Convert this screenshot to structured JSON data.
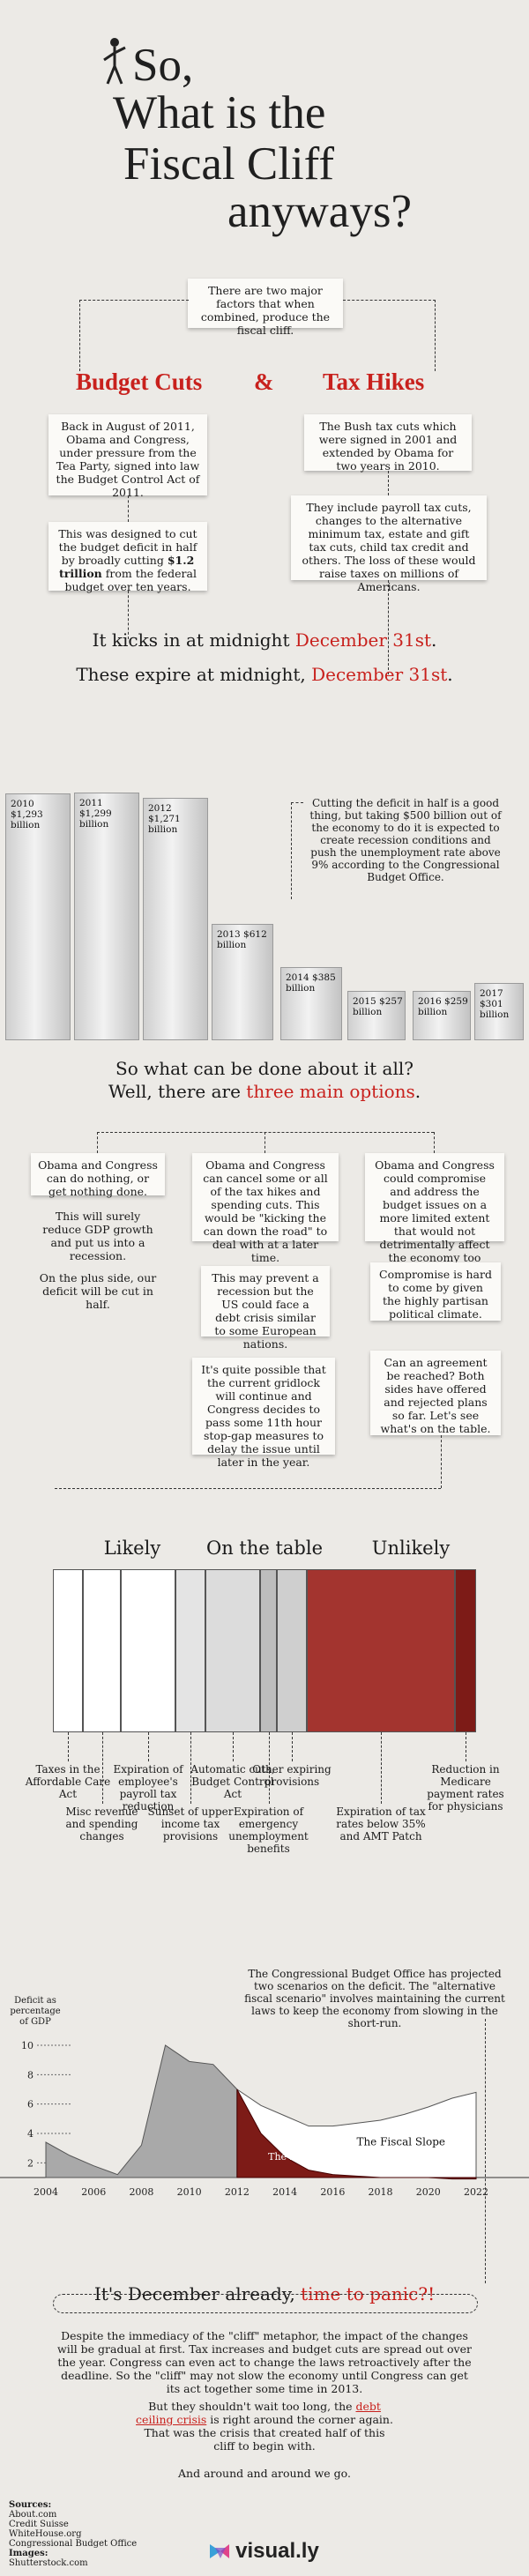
{
  "title": {
    "line1": "So,",
    "line2": "What is the",
    "line3": "Fiscal Cliff",
    "line4": "anyways?"
  },
  "intro": "There are two major factors that when combined, produce the fiscal cliff.",
  "factors": {
    "left_title": "Budget Cuts",
    "amp": "&",
    "right_title": "Tax Hikes",
    "left_box1": "Back in August of 2011, Obama and Congress, under pressure from the Tea Party, signed into law the Budget Control Act of 2011.",
    "left_box2_pre": "This was designed to cut the budget deficit in half by broadly cutting ",
    "left_box2_bold": "$1.2 trillion",
    "left_box2_post": " from the federal budget over ten years.",
    "right_box1": "The Bush tax cuts which were signed in 2001 and extended by Obama for two years in 2010.",
    "right_box2": "They include payroll tax cuts, changes to the alternative minimum tax, estate and gift tax cuts, child tax credit and others. The loss of these would raise taxes on millions of Americans.",
    "left_kick_pre": "It kicks in at midnight ",
    "left_kick_date": "December 31st",
    "left_kick_post": ".",
    "right_kick_pre": "These expire at midnight, ",
    "right_kick_date": "December 31st",
    "right_kick_post": "."
  },
  "chart_data": [
    {
      "type": "bar",
      "categories": [
        "2010",
        "2011",
        "2012",
        "2013",
        "2014",
        "2015",
        "2016",
        "2017"
      ],
      "values": [
        1293,
        1299,
        1271,
        612,
        385,
        257,
        259,
        301
      ],
      "labels": [
        "$1,293 billion",
        "$1,299 billion",
        "$1,271 billion",
        "$612 billion",
        "$385 billion",
        "$257 billion",
        "$259 billion",
        "$301 billion"
      ],
      "annotation": "Cutting the deficit in half is a good thing, but taking $500 billion out of the economy to do it is expected to create recession conditions and push the unemployment rate above 9% according to the Congressional Budget Office."
    },
    {
      "type": "bar",
      "stacked": true,
      "groups": [
        "Likely",
        "On the table",
        "Unlikely"
      ],
      "segments": [
        {
          "name": "Taxes in the Affordable Care Act",
          "group": "Likely",
          "share": 0.07,
          "color": "#ffffff"
        },
        {
          "name": "Misc revenue and spending changes",
          "group": "Likely",
          "share": 0.09,
          "color": "#ffffff"
        },
        {
          "name": "Expiration of employee's payroll tax reduction",
          "group": "Likely",
          "share": 0.13,
          "color": "#ffffff"
        },
        {
          "name": "Sunset of upper income tax provisions",
          "group": "On the table",
          "share": 0.07,
          "color": "#e4e4e4"
        },
        {
          "name": "Automatic cuts, Budget Control Act",
          "group": "On the table",
          "share": 0.13,
          "color": "#dcdcdc"
        },
        {
          "name": "Expiration of emergency unemployment benefits",
          "group": "On the table",
          "share": 0.04,
          "color": "#bdbdbd"
        },
        {
          "name": "Other expiring provisions",
          "group": "On the table",
          "share": 0.07,
          "color": "#cfcfcf"
        },
        {
          "name": "Expiration of tax rates below 35% and AMT Patch",
          "group": "Unlikely",
          "share": 0.35,
          "color": "#a3342f"
        },
        {
          "name": "Reduction in Medicare payment rates for physicians",
          "group": "Unlikely",
          "share": 0.05,
          "color": "#7d1b17"
        }
      ]
    },
    {
      "type": "area",
      "x": [
        "2004",
        "2006",
        "2008",
        "2010",
        "2012",
        "2014",
        "2016",
        "2018",
        "2020",
        "2022"
      ],
      "ylabel": "Deficit as percentage of GDP",
      "yticks": [
        2,
        4,
        6,
        8,
        10
      ],
      "ylim": [
        1,
        10
      ],
      "history": {
        "x": [
          2004,
          2005,
          2006,
          2007,
          2008,
          2009,
          2010,
          2011,
          2012
        ],
        "y": [
          3.4,
          2.5,
          1.8,
          1.2,
          3.2,
          10,
          8.9,
          8.7,
          7
        ]
      },
      "series": [
        {
          "name": "The Fiscal Cliff",
          "x": [
            2012,
            2013,
            2014,
            2015,
            2016,
            2017,
            2018,
            2019,
            2020,
            2021,
            2022
          ],
          "y": [
            7,
            4,
            2.4,
            1.5,
            1.2,
            1.1,
            1.0,
            1.0,
            1.0,
            0.9,
            0.9
          ],
          "color": "#7d1b17"
        },
        {
          "name": "The Fiscal Slope",
          "x": [
            2012,
            2013,
            2014,
            2015,
            2016,
            2017,
            2018,
            2019,
            2020,
            2021,
            2022
          ],
          "y": [
            7,
            5.9,
            5.2,
            4.5,
            4.5,
            4.7,
            4.9,
            5.3,
            5.8,
            6.4,
            6.8
          ],
          "color": "#ffffff"
        }
      ],
      "annotation": "The Congressional Budget Office has projected two scenarios on the deficit. The \"alternative fiscal scenario\" involves maintaining the current laws to keep the economy from slowing in the short-run."
    }
  ],
  "options": {
    "line1": "So what can be done about it all?",
    "line2_pre": "Well, there are ",
    "line2_red": "three main options",
    "line2_post": ".",
    "col1_a": "Obama and Congress can do nothing, or get nothing done.",
    "col1_b": "This will surely reduce GDP growth and put us into a recession.",
    "col1_c": "On the plus side, our deficit will be cut in half.",
    "col2_a": "Obama and Congress can cancel some or all of the tax hikes and spending cuts. This would be \"kicking the can down the road\" to deal with at a later time.",
    "col2_b": "This may prevent a recession but the US could face a debt crisis similar to some European nations.",
    "col2_c": "It's quite possible that the current gridlock will continue and Congress decides to pass some 11th hour stop-gap measures to delay the issue until later in the year.",
    "col3_a": "Obama and Congress could compromise and address the budget issues on a more limited extent that would not detrimentally affect the economy too much.",
    "col3_b": "Compromise is hard to come by given the highly partisan political climate.",
    "col3_c": "Can an agreement be reached? Both sides have offered and rejected plans so far. Let's see what's on the table."
  },
  "conclusion": {
    "headline_pre": "It's December already, ",
    "headline_red": "time to panic?!",
    "p1": "Despite the immediacy of the \"cliff\" metaphor, the impact of the changes will be gradual at first. Tax increases and budget cuts are spread out over the year. Congress can even act to change the laws retroactively after the deadline. So the \"cliff\" may not slow the economy until Congress can get its act together some time in 2013.",
    "p2_pre": "But they shouldn't wait too long, the ",
    "p2_red": "debt ceiling crisis",
    "p2_post": " is right around the corner again. That was the crisis that created half of this cliff to begin with.",
    "p3": "And around and around we go."
  },
  "sources": {
    "heading": "Sources:",
    "items": [
      "About.com",
      "Credit Suisse",
      "WhiteHouse.org",
      "Congressional Budget Office"
    ],
    "images_heading": "Images:",
    "images": "Shutterstock.com"
  },
  "brand": "visual.ly",
  "colors": {
    "accent": "#c8211d",
    "dark_red": "#7d1b17",
    "background": "#eceae6"
  }
}
